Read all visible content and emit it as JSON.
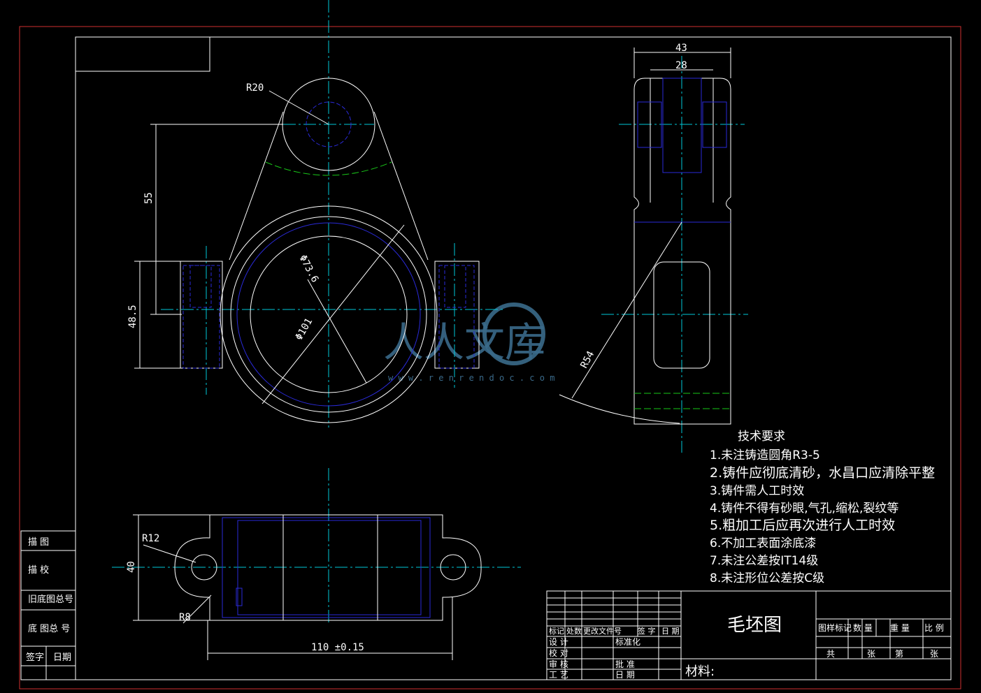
{
  "colors": {
    "background": "#000000",
    "outline": "#ffffff",
    "hidden": "#2a2ad8",
    "centerline": "#00c8d8",
    "phantom": "#19c819",
    "border": "#d03030",
    "watermark": "#3a6a8a"
  },
  "dimensions": {
    "r20": "R20",
    "d55": "55",
    "d48_5": "48.5",
    "dia73_6": "Φ73.6",
    "dia101": "Φ101",
    "d43": "43",
    "d28": "28",
    "r54": "R54",
    "r12": "R12",
    "d40": "40",
    "r8": "R8",
    "d110": "110 ±0.15"
  },
  "tech": {
    "title": "技术要求",
    "items": [
      "1.未注铸造圆角R3-5",
      "2.铸件应彻底清砂，水昌口应清除平整",
      "3.铸件需人工时效",
      "4.铸件不得有砂眼,气孔,缩松,裂纹等",
      "5.粗加工后应再次进行人工时效",
      "6.不加工表面涂底漆",
      "7.未注公差按IT14级",
      "8.未注形位公差按C级"
    ]
  },
  "titleblock": {
    "drawing_title": "毛坯图",
    "material": "材料:",
    "rev_header": [
      "标记",
      "处数",
      "更改文件号",
      "签 字",
      "日 期"
    ],
    "design": "设 计",
    "standard": "标准化",
    "check": "校 对",
    "review": "审 核",
    "approve": "批 准",
    "process": "工 艺",
    "date": "日 期",
    "right_header": [
      "图样标记",
      "数 量",
      "重 量",
      "比 例"
    ],
    "sheet": [
      "共",
      "张",
      "第",
      "张"
    ]
  },
  "left_column": {
    "items": [
      "描 图",
      "描 校",
      "旧底图总号",
      "底 图总 号",
      "签字",
      "日期"
    ]
  },
  "watermark": {
    "text": "人人文库",
    "url": "w w w . r e n r e n d o c . c o m"
  }
}
